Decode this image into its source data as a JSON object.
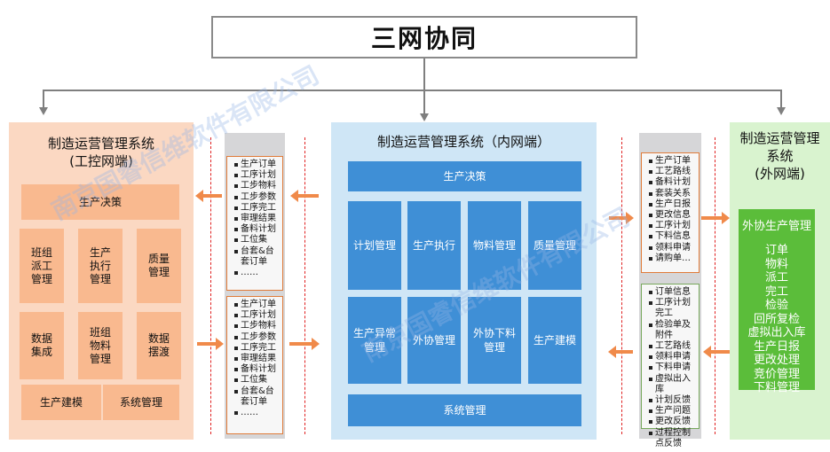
{
  "title": "三网协同",
  "left_panel": {
    "title_line1": "制造运营管理系统",
    "title_line2": "(工控网端)",
    "top_box": "生产决策",
    "grid": [
      [
        "班组\n派工\n管理",
        "生产\n执行\n管理",
        "质量\n管理"
      ],
      [
        "数据\n集成",
        "班组\n物料\n管理",
        "数据\n摆渡"
      ]
    ],
    "bottom": [
      "生产建模",
      "系统管理"
    ]
  },
  "mid_panel": {
    "title": "制造运营管理系统（内网端）",
    "top_box": "生产决策",
    "row1": [
      "计划管理",
      "生产执行",
      "物料管理",
      "质量管理"
    ],
    "row2": [
      "生产异常\n管理",
      "外协管理",
      "外协下料\n管理",
      "生产建模"
    ],
    "bottom_box": "系统管理"
  },
  "right_panel": {
    "title_line1": "制造运营管理",
    "title_line2": "系统",
    "title_line3": "(外网端)",
    "box_title": "外协生产管理",
    "items": [
      "订单",
      "物料",
      "派工",
      "完工",
      "检验",
      "回所复检",
      "虚拟出入库",
      "生产日报",
      "更改处理",
      "竞价管理",
      "下料管理"
    ]
  },
  "left_lists": {
    "upper": [
      "生产订单",
      "工序计划",
      "工步物料",
      "工步参数",
      "工序完工",
      "审理结果",
      "备料计划",
      "工位集",
      "台套&台套订单",
      "……"
    ],
    "lower": [
      "生产订单",
      "工序计划",
      "工步物料",
      "工步参数",
      "工序完工",
      "审理结果",
      "备料计划",
      "工位集",
      "台套&台套订单",
      "……"
    ]
  },
  "right_lists": {
    "upper": [
      "生产订单",
      "工艺路线",
      "备料计划",
      "套装关系",
      "生产日报",
      "更改信息",
      "工序计划",
      "下料信息",
      "领料申请",
      "请购单…"
    ],
    "lower": [
      "订单信息",
      "工序计划完工",
      "检验单及附件",
      "工艺路线",
      "领料申请",
      "下料申请",
      "虚拟出入库",
      "计划反馈",
      "生产问题",
      "更改反馈",
      "过程控制点反馈"
    ]
  },
  "watermark": "南京国睿信维软件有限公司",
  "colors": {
    "orange_panel": "#fbd8c2",
    "orange_box": "#f9b98f",
    "blue_panel": "#cfe6f6",
    "blue_box": "#3f8fd6",
    "green_panel": "#d9f3cf",
    "green_box": "#5bbd3a"
  }
}
